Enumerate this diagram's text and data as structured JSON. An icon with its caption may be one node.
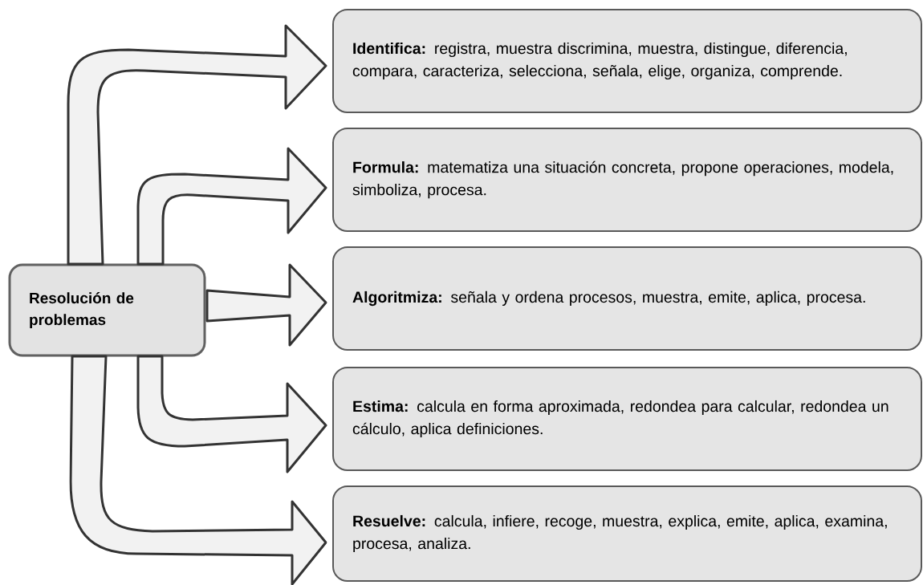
{
  "diagram": {
    "nodes": [
      {
        "text": [
          "Resolución de problemas"
        ]
      },
      {
        "text": [
          "**Identifica:** registra, muestra discrimina, muestra, distingue, diferencia, compara, caracteriza, selecciona, señala, elige, organiza, comprende."
        ]
      },
      {
        "text": [
          "**Formula:** matematiza una situación concreta,  propone operaciones,  modela, simboliza, procesa."
        ]
      },
      {
        "text": [
          "**Algoritmiza:** señala y ordena procesos, muestra, emite, aplica, procesa."
        ]
      },
      {
        "text": [
          "**Estima:** calcula en forma aproximada, redondea para calcular, redondea un cálculo, aplica definiciones."
        ]
      },
      {
        "text": [
          "**Resuelve:** calcula, infiere, recoge,  muestra,  explica,  emite, aplica, examina, procesa, analiza."
        ]
      }
    ],
    "edges": [
      {
        "from": 0,
        "to": 1,
        "arrow": "to"
      },
      {
        "from": 0,
        "to": 2,
        "arrow": "to"
      },
      {
        "from": 0,
        "to": 3,
        "arrow": "to"
      },
      {
        "from": 0,
        "to": 4,
        "arrow": "to"
      },
      {
        "from": 0,
        "to": 5,
        "arrow": "to"
      }
    ]
  }
}
